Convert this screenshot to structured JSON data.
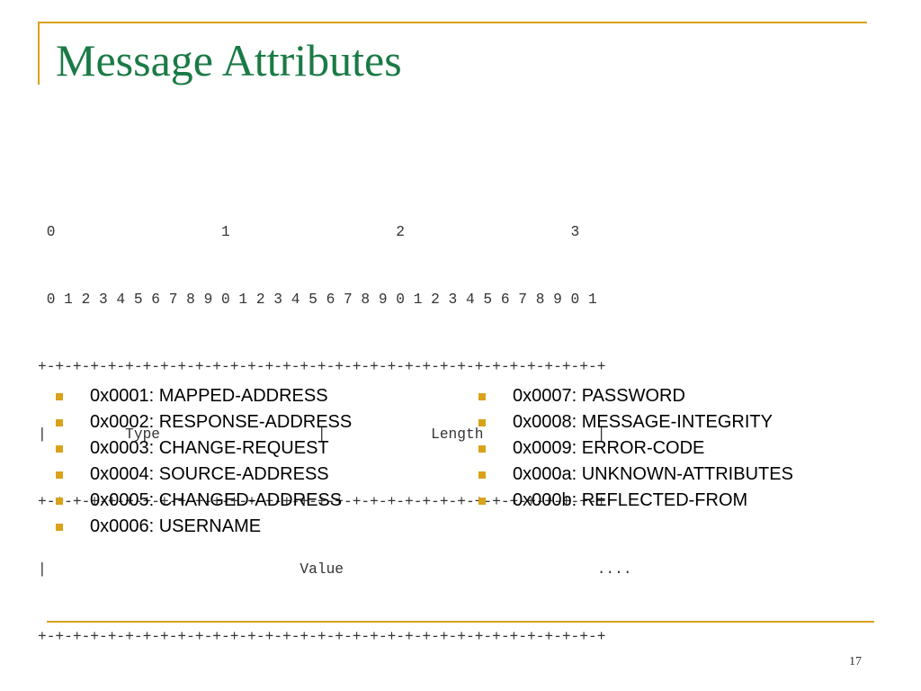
{
  "slide": {
    "title": "Message Attributes",
    "page_number": "17"
  },
  "diagram": {
    "lines": [
      " 0                   1                   2                   3",
      " 0 1 2 3 4 5 6 7 8 9 0 1 2 3 4 5 6 7 8 9 0 1 2 3 4 5 6 7 8 9 0 1",
      "+-+-+-+-+-+-+-+-+-+-+-+-+-+-+-+-+-+-+-+-+-+-+-+-+-+-+-+-+-+-+-+-+",
      "|         Type                  |            Length             |",
      "+-+-+-+-+-+-+-+-+-+-+-+-+-+-+-+-+-+-+-+-+-+-+-+-+-+-+-+-+-+-+-+-+",
      "|                             Value                             ....",
      "+-+-+-+-+-+-+-+-+-+-+-+-+-+-+-+-+-+-+-+-+-+-+-+-+-+-+-+-+-+-+-+-+"
    ]
  },
  "attributes_left": [
    "0x0001: MAPPED-ADDRESS",
    "0x0002: RESPONSE-ADDRESS",
    "0x0003: CHANGE-REQUEST",
    "0x0004: SOURCE-ADDRESS",
    "0x0005: CHANGED-ADDRESS",
    "0x0006: USERNAME"
  ],
  "attributes_right": [
    "0x0007: PASSWORD",
    "0x0008: MESSAGE-INTEGRITY",
    "0x0009: ERROR-CODE",
    "0x000a: UNKNOWN-ATTRIBUTES",
    "0x000b: REFLECTED-FROM"
  ],
  "colors": {
    "title": "#1a7a45",
    "accent": "#d9a21a",
    "diagram_text": "#333333",
    "body_text": "#000000"
  }
}
